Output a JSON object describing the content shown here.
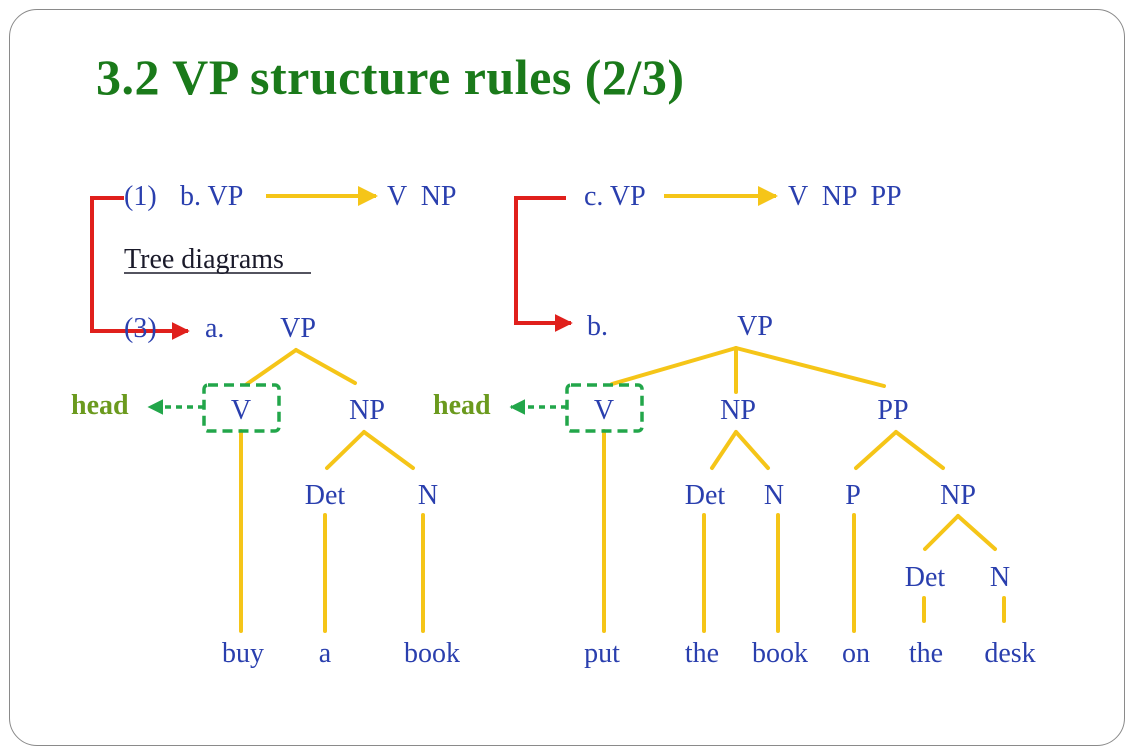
{
  "slide": {
    "title": "3.2 VP structure rules (2/3)"
  },
  "rules": {
    "rule_b": {
      "num": "(1)",
      "label": "b. VP",
      "rhs": "V  NP"
    },
    "rule_c": {
      "label": "c. VP",
      "rhs": "V  NP  PP"
    },
    "section_heading": "Tree diagrams"
  },
  "tree_a": {
    "num": "(3)",
    "letter": "a.",
    "root": "VP",
    "head_label": "head",
    "v": "V",
    "np": "NP",
    "det": "Det",
    "n": "N",
    "words": [
      "buy",
      "a",
      "book"
    ]
  },
  "tree_b": {
    "letter": "b.",
    "root": "VP",
    "head_label": "head",
    "v": "V",
    "np": "NP",
    "pp": "PP",
    "det": "Det",
    "n": "N",
    "p": "P",
    "np2": "NP",
    "det2": "Det",
    "n2": "N",
    "words": [
      "put",
      "the",
      "book",
      "on",
      "the",
      "desk"
    ]
  },
  "colors": {
    "title": "#1a7a1a",
    "branch": "#f5c518",
    "red_arrow": "#e0201c",
    "head_box": "#22a64a",
    "head_text": "#6b9a1e",
    "word_text": "#2a3fae"
  }
}
